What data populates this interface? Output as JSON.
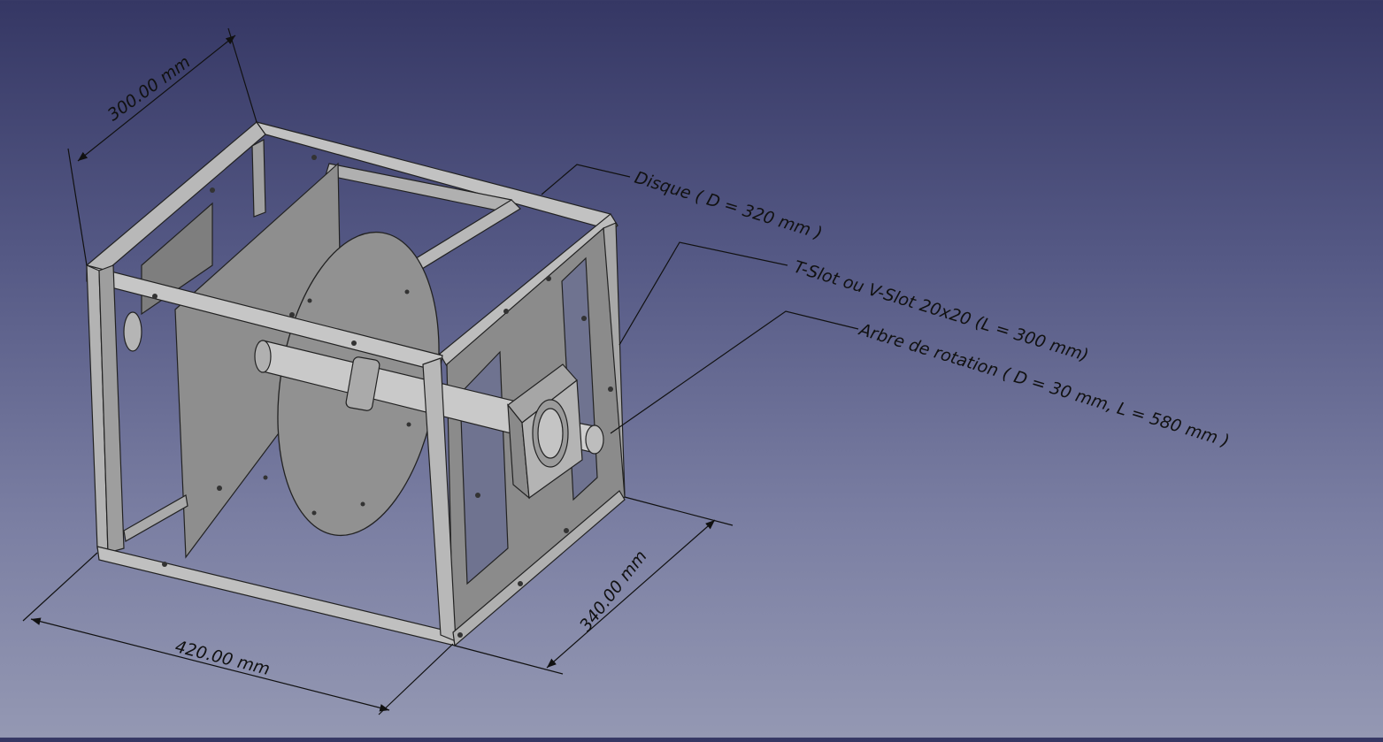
{
  "colors": {
    "background_top": "#353764",
    "background_bottom": "#9498b3",
    "frame": "#b4b4b4",
    "plate": "#8e8e8e",
    "disk": "#909090",
    "shaft": "#c8c8c8",
    "lines": "#111111"
  },
  "dimensions": {
    "depth": "300.00 mm",
    "length": "420.00 mm",
    "height": "340.00 mm"
  },
  "annotations": {
    "disk": "Disque ( D = 320 mm )",
    "profile": "T-Slot ou V-Slot 20x20 (L = 300 mm)",
    "shaft": "Arbre de rotation ( D = 30 mm, L = 580 mm )"
  }
}
